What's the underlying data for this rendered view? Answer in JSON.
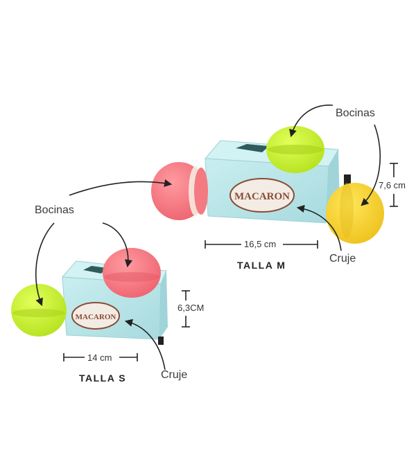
{
  "labels": {
    "bocinas_m": "Bocinas",
    "bocinas_s": "Bocinas",
    "cruje_m": "Cruje",
    "cruje_s": "Cruje"
  },
  "dimensions": {
    "m_width": "16,5 cm",
    "m_height": "7,6 cm",
    "s_width": "14 cm",
    "s_height": "6,3CM"
  },
  "sizes": {
    "m": "TALLA M",
    "s": "TALLA S"
  },
  "box_text": {
    "m": "MACARON",
    "s": "MACARON"
  },
  "colors": {
    "box": "#b9e6ea",
    "box_shade": "#9fd4d9",
    "pink": "#f47a82",
    "lime": "#c8ee35",
    "yellow": "#f5d630",
    "brown_text": "#8a4a36"
  }
}
